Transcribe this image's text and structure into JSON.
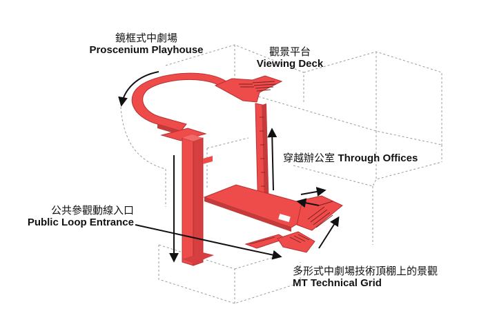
{
  "colors": {
    "route": "#ee4b4b",
    "route_dark": "#b92f2f",
    "outline": "#9a9a9a",
    "arrow": "#111111"
  },
  "labels": {
    "proscenium": {
      "zh": "鏡框式中劇場",
      "en": "Proscenium Playhouse"
    },
    "viewing_deck": {
      "zh": "觀景平台",
      "en": "Viewing Deck"
    },
    "through_offices": {
      "zh": "穿越辦公室",
      "en": "Through Offices"
    },
    "public_loop": {
      "zh": "公共參觀動線入口",
      "en": "Public Loop Entrance"
    },
    "mt_grid": {
      "zh": "多形式中劇場技術頂棚上的景觀",
      "en": "MT Technical Grid"
    }
  }
}
